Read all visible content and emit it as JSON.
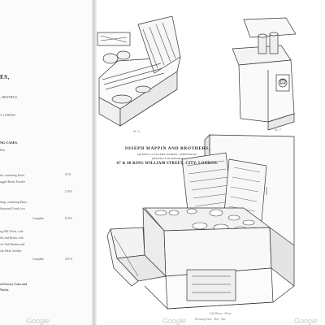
{
  "left_page": {
    "heading": "ES,",
    "lines": [
      ", SHEFFIELD,",
      "T, LONDON.",
      "NG CASES.",
      "Pair.",
      "lin, containing Knife,",
      "ngged Brush, Powder",
      "iling, containing Razor",
      "Strop and Comb, two",
      "Complete",
      "ng Silk Velvet, with",
      "fily and Brush, with",
      "ver Nail Brushes and",
      "ork Flask, Sardine",
      "Complete",
      "of Grocery Cases and",
      "Works."
    ],
    "prices": [
      "8 5 0",
      "3 18 0",
      "8 18 0",
      "25 0 0"
    ]
  },
  "right_page": {
    "captions": {
      "top_left_case": "No. 5,",
      "top_right_case": "No. 7,",
      "main_case": "Gift Weave · Silver",
      "main_case_2": "Dressing Case · Bed · Size"
    },
    "plate_title": {
      "line1": "JOSEPH MAPPIN AND BROTHERS,",
      "line2": "QUEEN'S CUTLERY WORKS, SHEFFIELD,",
      "line3": "(Next-Door to the Institution)",
      "line4": "67 & 68 KING WILLIAM STREET, CITY, LONDON."
    }
  },
  "watermarks": [
    "Google",
    "Google",
    "Google"
  ]
}
